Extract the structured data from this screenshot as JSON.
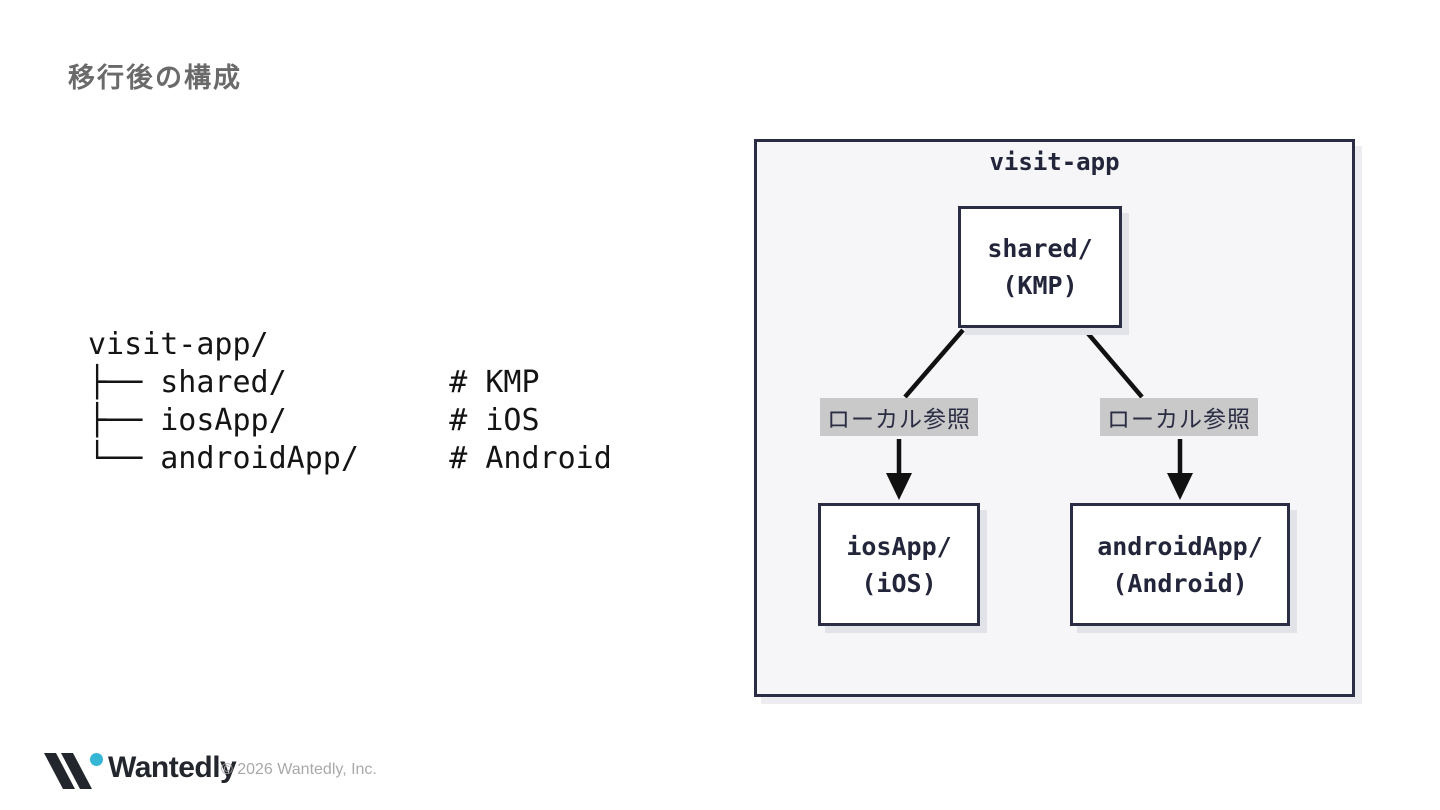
{
  "slide": {
    "title": "移行後の構成"
  },
  "code_tree": {
    "lines": [
      "visit-app/",
      "├── shared/         # KMP",
      "├── iosApp/         # iOS",
      "└── androidApp/     # Android"
    ]
  },
  "diagram": {
    "container_label": "visit-app",
    "nodes": {
      "shared": {
        "line1": "shared/",
        "line2": "(KMP)"
      },
      "ios": {
        "line1": "iosApp/",
        "line2": "(iOS)"
      },
      "android": {
        "line1": "androidApp/",
        "line2": "(Android)"
      }
    },
    "edge_labels": {
      "left": "ローカル参照",
      "right": "ローカル参照"
    }
  },
  "footer": {
    "logo_text": "Wantedly",
    "copyright": "© 2026 Wantedly, Inc."
  },
  "colors": {
    "navy_border": "#2a2d43",
    "node_text": "#23263a",
    "panel_bg": "#f6f6f9",
    "node_bg": "#ffffff",
    "edge_label_bg": "#c9c9c9",
    "connector_line": "#111111",
    "title_gray": "#6a6a6a",
    "copyright_gray": "#a9a9a9",
    "logo_dark": "#23272d",
    "logo_cyan": "#35b6d5"
  }
}
